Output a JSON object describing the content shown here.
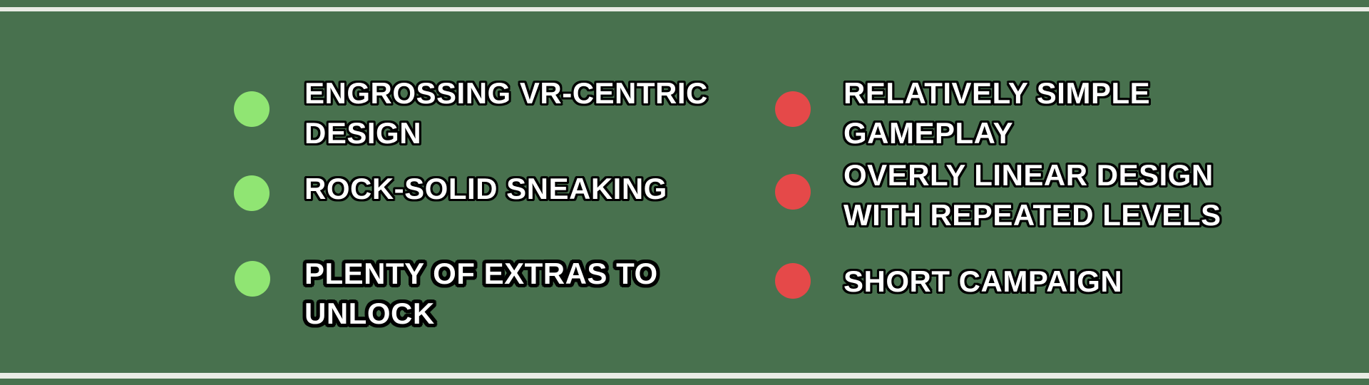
{
  "panel": {
    "description": "Game review summary strip with pros and cons bullet lists"
  },
  "colors": {
    "background": "#48714E",
    "divider_stripe": "#E9ECE5",
    "pro_bullet": "#90E573",
    "con_bullet": "#E54949",
    "text": "#FFFFFF",
    "text_outline": "#000000"
  },
  "pros": {
    "items": [
      {
        "line1": "ENGROSSING VR-CENTRIC",
        "line2": "DESIGN"
      },
      {
        "line1": "ROCK-SOLID SNEAKING",
        "line2": ""
      },
      {
        "line1": "PLENTY OF EXTRAS TO",
        "line2": "UNLOCK"
      }
    ]
  },
  "cons": {
    "items": [
      {
        "line1": "RELATIVELY SIMPLE",
        "line2": "GAMEPLAY"
      },
      {
        "line1": "OVERLY LINEAR DESIGN",
        "line2": "WITH REPEATED LEVELS"
      },
      {
        "line1": "SHORT CAMPAIGN",
        "line2": ""
      }
    ]
  }
}
